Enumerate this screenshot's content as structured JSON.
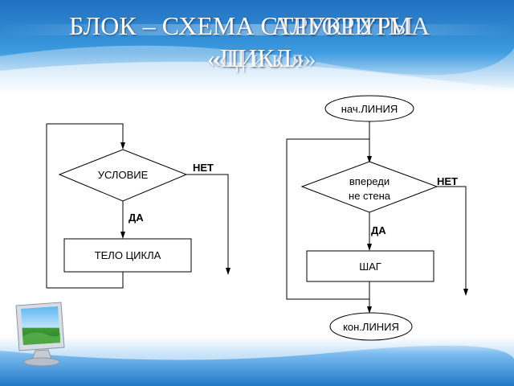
{
  "slide": {
    "title_line1": "БЛОК – СХЕМА СТРУКТУРЫ",
    "title_line2": "«ЦИКЛ»",
    "title_ghost_line1": "АЛГОРИТМА",
    "title_ghost_line2": "«Ц и к л»"
  },
  "colors": {
    "title_band": "#2a86d0",
    "title_band_light": "#9fd0f2",
    "bottom_band": "#3a94db",
    "line": "#000000"
  },
  "icons": [
    "monitor-icon"
  ],
  "left_flowchart": {
    "condition": "УСЛОВИЕ",
    "no_label": "НЕТ",
    "yes_label": "ДА",
    "body": "ТЕЛО ЦИКЛА"
  },
  "right_flowchart": {
    "start": "нач.ЛИНИЯ",
    "condition_line1": "впереди",
    "condition_line2": "не стена",
    "no_label": "НЕТ",
    "yes_label": "ДА",
    "step": "ШАГ",
    "end": "кон.ЛИНИЯ"
  }
}
